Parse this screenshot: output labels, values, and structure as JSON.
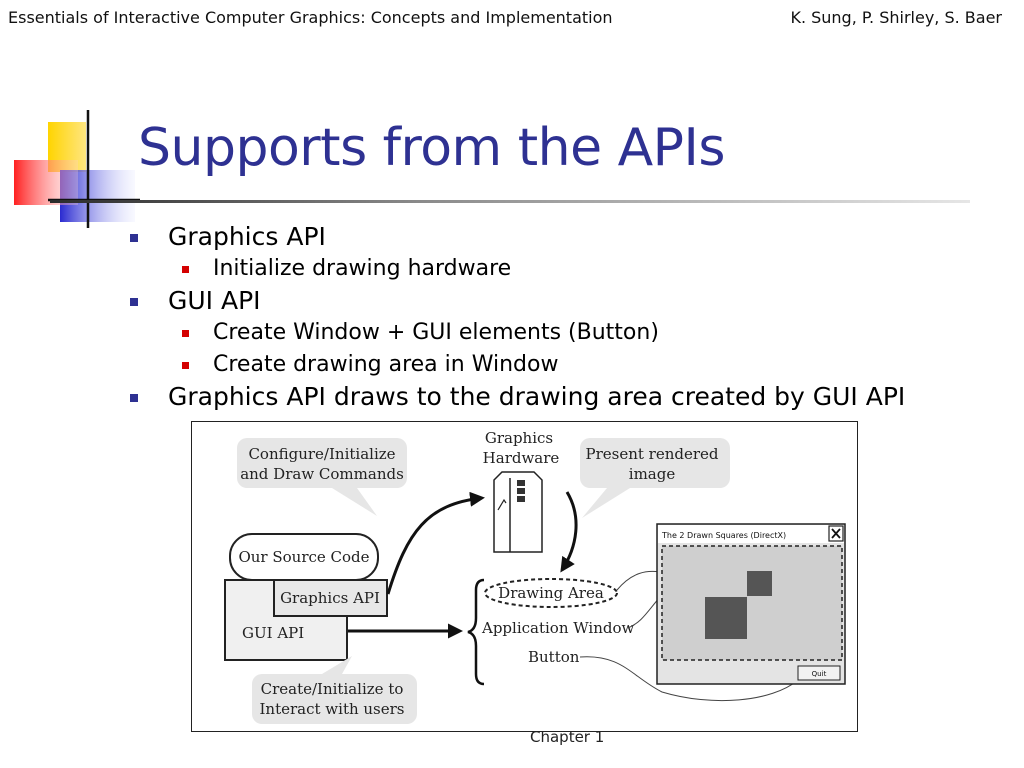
{
  "header": {
    "left": "Essentials of Interactive Computer Graphics: Concepts and Implementation",
    "right": "K. Sung, P. Shirley, S. Baer"
  },
  "slide": {
    "title": "Supports from the APIs",
    "bullets": [
      {
        "text": "Graphics API",
        "sub": [
          "Initialize drawing hardware"
        ]
      },
      {
        "text": "GUI API",
        "sub": [
          "Create Window + GUI elements (Button)",
          "Create drawing area in Window"
        ]
      },
      {
        "text": "Graphics API draws to the drawing area created by GUI API",
        "sub": []
      }
    ]
  },
  "figure": {
    "callout_config_1": "Configure/Initialize",
    "callout_config_2": "and Draw Commands",
    "hardware_label_1": "Graphics",
    "hardware_label_2": "Hardware",
    "callout_present_1": "Present rendered",
    "callout_present_2": "image",
    "source_code": "Our Source Code",
    "graphics_api": "Graphics API",
    "gui_api": "GUI API",
    "drawing_area": "Drawing Area",
    "application_window": "Application Window",
    "button": "Button",
    "callout_create_1": "Create/Initialize to",
    "callout_create_2": "Interact with users",
    "window_title": "The 2 Drawn Squares (DirectX)",
    "quit_button": "Quit"
  },
  "footer": "Chapter 1",
  "colors": {
    "title": "#2e3192",
    "bullet_l1": "#2e3192",
    "bullet_l2": "#d40000"
  }
}
